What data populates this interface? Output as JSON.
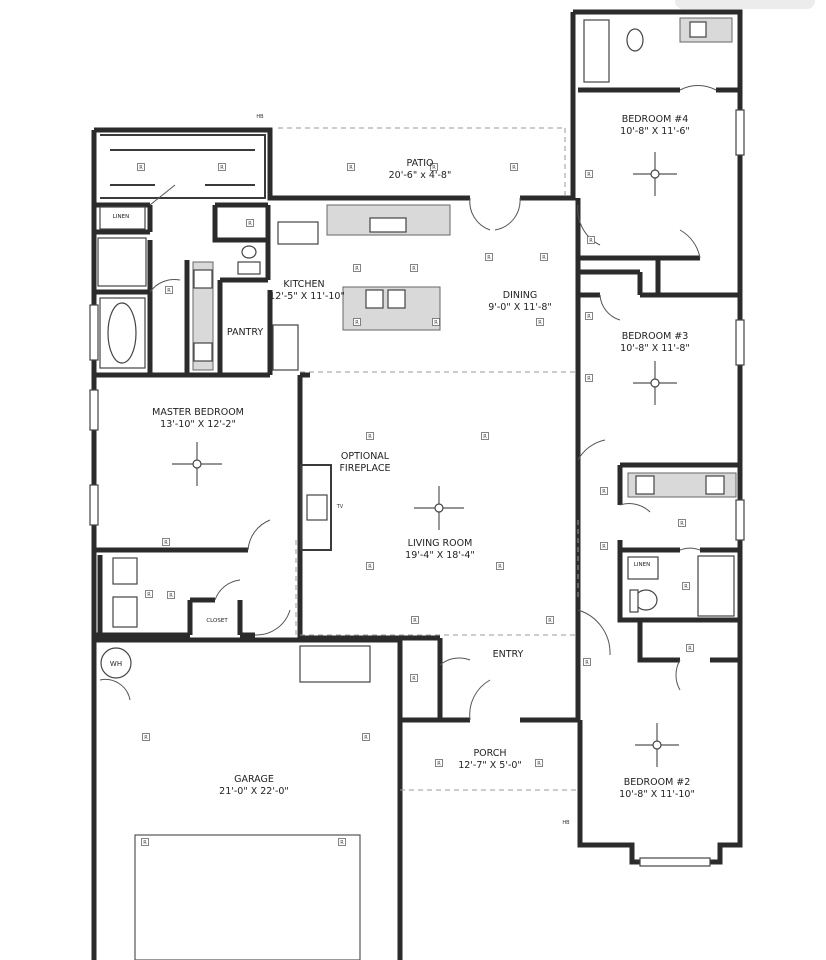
{
  "rooms": {
    "patio": {
      "name": "PATIO",
      "dims": "20'-6\" x 4'-8\""
    },
    "kitchen": {
      "name": "KITCHEN",
      "dims": "12'-5\" X 11'-10\""
    },
    "pantry": {
      "name": "PANTRY"
    },
    "dining": {
      "name": "DINING",
      "dims": "9'-0\" X 11'-8\""
    },
    "master_bedroom": {
      "name": "MASTER BEDROOM",
      "dims": "13'-10\" X 12'-2\""
    },
    "optional_fireplace": {
      "line1": "OPTIONAL",
      "line2": "FIREPLACE"
    },
    "living_room": {
      "name": "LIVING ROOM",
      "dims": "19'-4\" X 18'-4\""
    },
    "entry": {
      "name": "ENTRY"
    },
    "porch": {
      "name": "PORCH",
      "dims": "12'-7\" X 5'-0\""
    },
    "garage": {
      "name": "GARAGE",
      "dims": "21'-0\" X 22'-0\""
    },
    "bedroom4": {
      "name": "BEDROOM #4",
      "dims": "10'-8\" X 11'-6\""
    },
    "bedroom3": {
      "name": "BEDROOM #3",
      "dims": "10'-8\" X 11'-8\""
    },
    "bedroom2": {
      "name": "BEDROOM #2",
      "dims": "10'-8\" X 11'-10\""
    }
  },
  "labels": {
    "linen_master": "LINEN",
    "linen_hall": "LINEN",
    "closet": "CLOSET",
    "water_heater": "WH",
    "hb_top": "HB",
    "hb_side": "HB",
    "tv": "TV"
  },
  "marker_letter": "R"
}
